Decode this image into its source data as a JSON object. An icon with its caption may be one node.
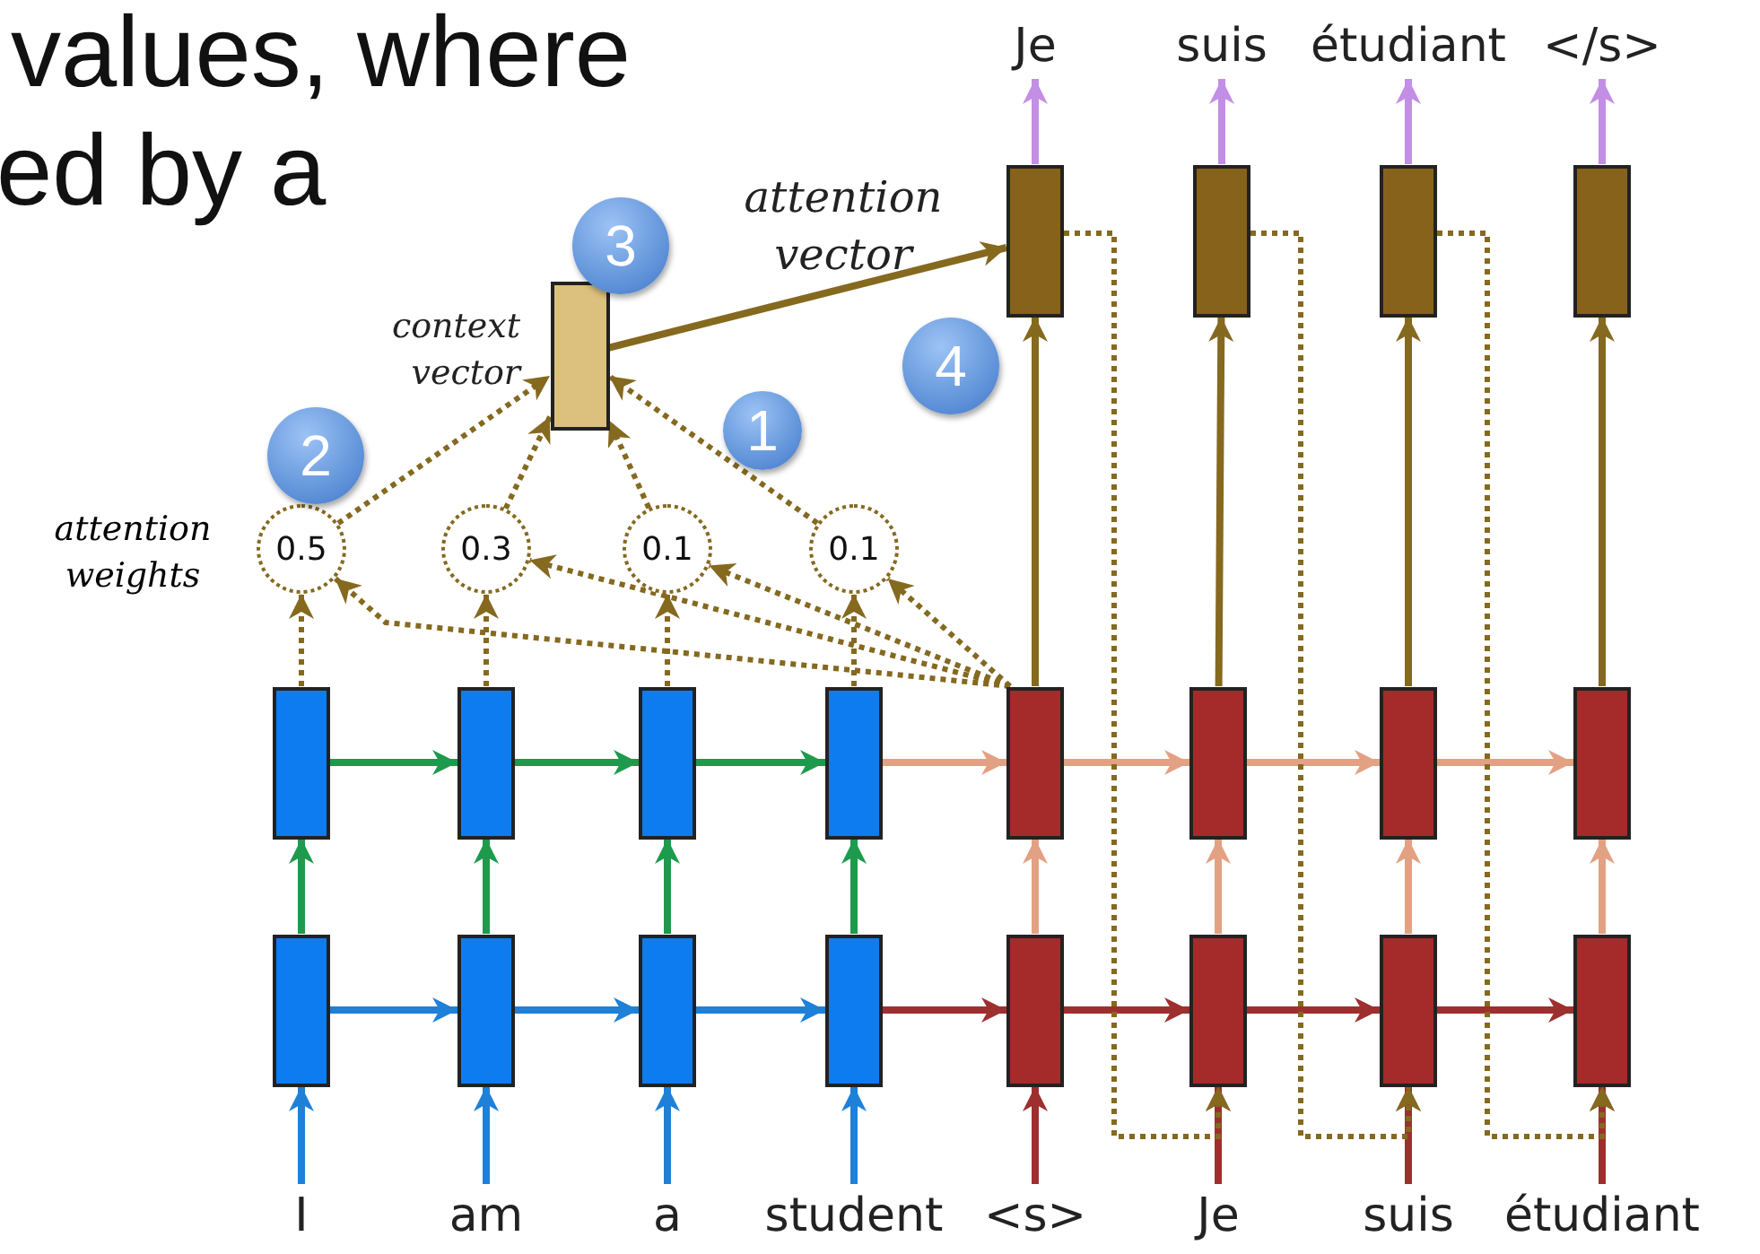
{
  "diagram": {
    "nodes": [
      {
        "text": [
          "Je"
        ]
      },
      {
        "text": [
          "suis"
        ]
      },
      {
        "text": [
          "étudiant"
        ]
      },
      {
        "text": [
          "</s>"
        ]
      },
      {
        "text": [],
        "shape": "box",
        "beside": [
          "attention vector"
        ]
      },
      {
        "text": [],
        "shape": "box"
      },
      {
        "text": [],
        "shape": "box"
      },
      {
        "text": [],
        "shape": "box"
      },
      {
        "text": [],
        "shape": "box",
        "beside": [
          "context vector"
        ]
      },
      {
        "text": [
          "0.5"
        ]
      },
      {
        "text": [
          "0.3"
        ]
      },
      {
        "text": [
          "0.1"
        ]
      },
      {
        "text": [
          "0.1"
        ]
      },
      {
        "text": [],
        "shape": "box"
      },
      {
        "text": [],
        "shape": "box"
      },
      {
        "text": [],
        "shape": "box"
      },
      {
        "text": [],
        "shape": "box"
      },
      {
        "text": [],
        "shape": "box"
      },
      {
        "text": [],
        "shape": "box"
      },
      {
        "text": [],
        "shape": "box"
      },
      {
        "text": [],
        "shape": "box"
      },
      {
        "text": [],
        "shape": "box"
      },
      {
        "text": [],
        "shape": "box"
      },
      {
        "text": [],
        "shape": "box"
      },
      {
        "text": [],
        "shape": "box"
      },
      {
        "text": [],
        "shape": "box"
      },
      {
        "text": [],
        "shape": "box"
      },
      {
        "text": [],
        "shape": "box"
      },
      {
        "text": [],
        "shape": "box"
      },
      {
        "text": [
          "I"
        ]
      },
      {
        "text": [
          "am"
        ]
      },
      {
        "text": [
          "a"
        ]
      },
      {
        "text": [
          "student"
        ]
      },
      {
        "text": [
          "<s>"
        ]
      },
      {
        "text": [
          "Je"
        ]
      },
      {
        "text": [
          "suis"
        ]
      },
      {
        "text": [
          "étudiant"
        ]
      },
      {
        "text": [
          "3"
        ]
      },
      {
        "text": [
          "4"
        ]
      },
      {
        "text": [
          "2"
        ]
      },
      {
        "text": [
          "1"
        ]
      }
    ],
    "edges": [
      {
        "from": 29,
        "to": 21,
        "arrow": "to",
        "color": "#1f80d8"
      },
      {
        "from": 30,
        "to": 22,
        "arrow": "to",
        "color": "#1f80d8"
      },
      {
        "from": 31,
        "to": 23,
        "arrow": "to",
        "color": "#1f80d8"
      },
      {
        "from": 32,
        "to": 24,
        "arrow": "to",
        "color": "#1f80d8"
      },
      {
        "from": 21,
        "to": 22,
        "arrow": "to",
        "color": "#1f80d8"
      },
      {
        "from": 22,
        "to": 23,
        "arrow": "to",
        "color": "#1f80d8"
      },
      {
        "from": 23,
        "to": 24,
        "arrow": "to",
        "color": "#1f80d8"
      },
      {
        "from": 21,
        "to": 13,
        "arrow": "to",
        "color": "#1e9a4c"
      },
      {
        "from": 22,
        "to": 14,
        "arrow": "to",
        "color": "#1e9a4c"
      },
      {
        "from": 23,
        "to": 15,
        "arrow": "to",
        "color": "#1e9a4c"
      },
      {
        "from": 24,
        "to": 16,
        "arrow": "to",
        "color": "#1e9a4c"
      },
      {
        "from": 13,
        "to": 14,
        "arrow": "to",
        "color": "#1e9a4c"
      },
      {
        "from": 14,
        "to": 15,
        "arrow": "to",
        "color": "#1e9a4c"
      },
      {
        "from": 15,
        "to": 16,
        "arrow": "to",
        "color": "#1e9a4c"
      },
      {
        "from": 16,
        "to": 17,
        "arrow": "to",
        "color": "#e3a183"
      },
      {
        "from": 24,
        "to": 25,
        "arrow": "to",
        "color": "#9e2f2f"
      },
      {
        "from": 25,
        "to": 26,
        "arrow": "to",
        "color": "#9e2f2f"
      },
      {
        "from": 26,
        "to": 27,
        "arrow": "to",
        "color": "#9e2f2f"
      },
      {
        "from": 27,
        "to": 28,
        "arrow": "to",
        "color": "#9e2f2f"
      },
      {
        "from": 17,
        "to": 18,
        "arrow": "to",
        "color": "#e3a183"
      },
      {
        "from": 18,
        "to": 19,
        "arrow": "to",
        "color": "#e3a183"
      },
      {
        "from": 19,
        "to": 20,
        "arrow": "to",
        "color": "#e3a183"
      },
      {
        "from": 25,
        "to": 17,
        "arrow": "to",
        "color": "#e3a183"
      },
      {
        "from": 26,
        "to": 18,
        "arrow": "to",
        "color": "#e3a183"
      },
      {
        "from": 27,
        "to": 19,
        "arrow": "to",
        "color": "#e3a183"
      },
      {
        "from": 28,
        "to": 20,
        "arrow": "to",
        "color": "#e3a183"
      },
      {
        "from": 33,
        "to": 25,
        "arrow": "to",
        "color": "#9e2f2f"
      },
      {
        "from": 34,
        "to": 26,
        "arrow": "to",
        "color": "#9e2f2f"
      },
      {
        "from": 35,
        "to": 27,
        "arrow": "to",
        "color": "#9e2f2f"
      },
      {
        "from": 36,
        "to": 28,
        "arrow": "to",
        "color": "#9e2f2f"
      },
      {
        "from": 4,
        "to": 26,
        "arrow": "to",
        "style": "dashed"
      },
      {
        "from": 5,
        "to": 27,
        "arrow": "to",
        "style": "dashed"
      },
      {
        "from": 6,
        "to": 28,
        "arrow": "to",
        "style": "dashed"
      },
      {
        "from": 13,
        "to": 9,
        "arrow": "to",
        "style": "dashed"
      },
      {
        "from": 14,
        "to": 10,
        "arrow": "to",
        "style": "dashed"
      },
      {
        "from": 15,
        "to": 11,
        "arrow": "to",
        "style": "dashed"
      },
      {
        "from": 16,
        "to": 12,
        "arrow": "to",
        "style": "dashed"
      },
      {
        "from": 17,
        "to": 9,
        "arrow": "to",
        "style": "dashed"
      },
      {
        "from": 17,
        "to": 10,
        "arrow": "to",
        "style": "dashed"
      },
      {
        "from": 17,
        "to": 11,
        "arrow": "to",
        "style": "dashed"
      },
      {
        "from": 17,
        "to": 12,
        "arrow": "to",
        "style": "dashed"
      },
      {
        "from": 9,
        "to": 8,
        "arrow": "to",
        "style": "dashed"
      },
      {
        "from": 10,
        "to": 8,
        "arrow": "to",
        "style": "dashed"
      },
      {
        "from": 11,
        "to": 8,
        "arrow": "to",
        "style": "dashed"
      },
      {
        "from": 12,
        "to": 8,
        "arrow": "to",
        "style": "dashed"
      },
      {
        "from": 8,
        "to": 4,
        "arrow": "to"
      },
      {
        "from": 17,
        "to": 4,
        "arrow": "to"
      },
      {
        "from": 18,
        "to": 5,
        "arrow": "to"
      },
      {
        "from": 19,
        "to": 6,
        "arrow": "to"
      },
      {
        "from": 20,
        "to": 7,
        "arrow": "to"
      },
      {
        "from": 4,
        "to": 0,
        "arrow": "to",
        "color": "#c38ee6"
      },
      {
        "from": 5,
        "to": 1,
        "arrow": "to",
        "color": "#c38ee6"
      },
      {
        "from": 6,
        "to": 2,
        "arrow": "to",
        "color": "#c38ee6"
      },
      {
        "from": 7,
        "to": 3,
        "arrow": "to",
        "color": "#c38ee6"
      }
    ],
    "labels": [
      "values, where",
      "ed by a",
      "attention weights"
    ]
  }
}
